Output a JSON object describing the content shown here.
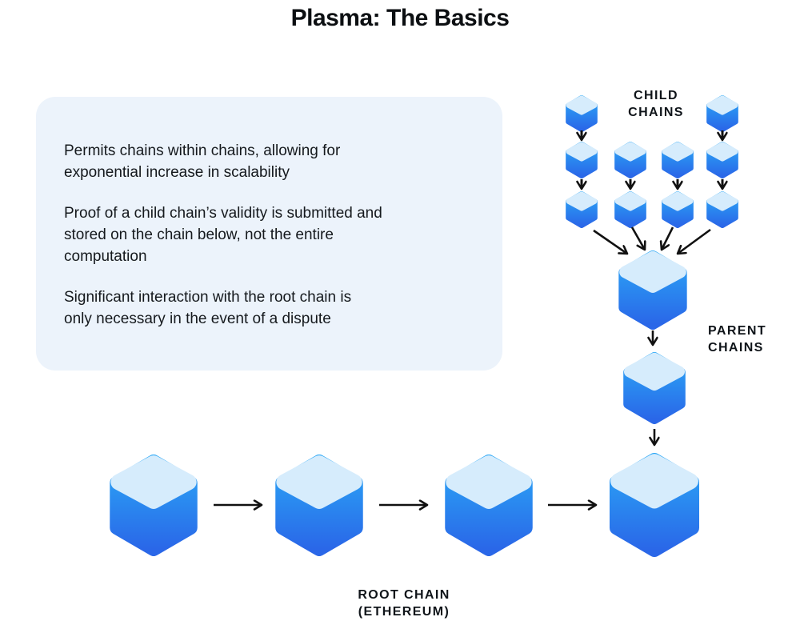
{
  "title": "Plasma: The Basics",
  "info_box": {
    "paragraphs": [
      [
        "Permits chains within chains, allowing for",
        "exponential increase in scalability"
      ],
      [
        "Proof of a child chain’s validity is submitted and",
        "stored on the chain below, not the entire",
        "computation"
      ],
      [
        "Significant interaction with the root chain is",
        "only necessary in the event of a dispute"
      ]
    ]
  },
  "labels": {
    "child_chains": [
      "CHILD",
      "CHAINS"
    ],
    "parent_chains": [
      "PARENT",
      "CHAINS"
    ],
    "root_chain": [
      "ROOT CHAIN",
      "(ETHEREUM)"
    ]
  },
  "diagram": {
    "child_chain_rows": [
      2,
      4,
      4
    ],
    "parent_chain_count": 2,
    "root_chain_count": 4,
    "icons": {
      "cube": "cube-icon",
      "arrow": "arrow-icon"
    }
  },
  "colors": {
    "cube_top_face": "#d6ecfc",
    "cube_body_gradient_top": "#2ba7f6",
    "cube_body_gradient_bottom": "#2a67e8",
    "info_box_background": "#ecf3fb",
    "arrow": "#111111",
    "text": "#15191d",
    "page_background": "#ffffff"
  }
}
